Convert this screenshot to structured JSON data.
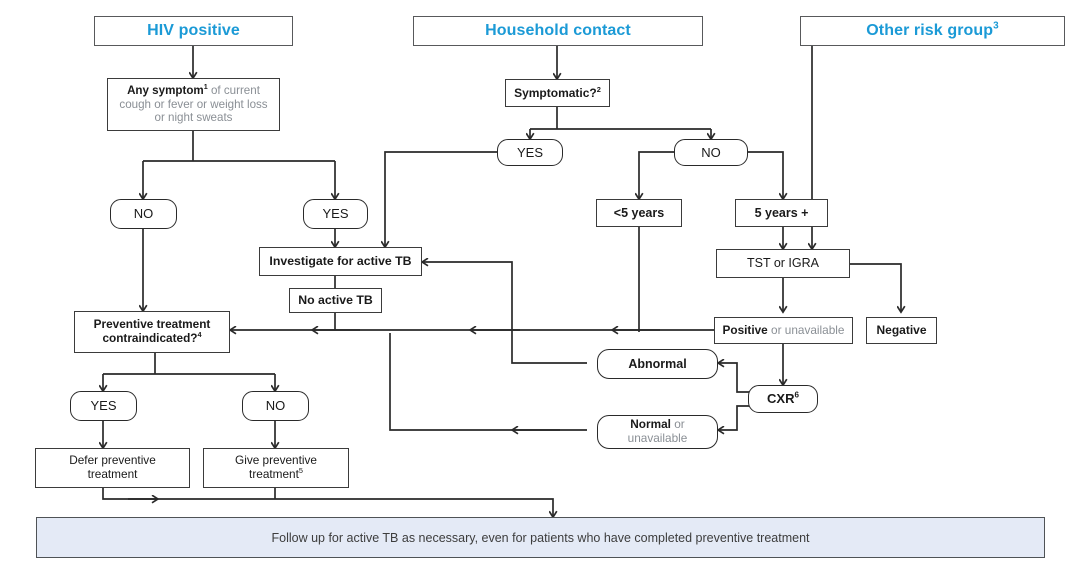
{
  "diagram": {
    "title": "TB preventive treatment decision algorithm",
    "colors": {
      "heading_blue": "#1b9ad6",
      "banner_fill": "#e4eaf6",
      "banner_border": "#4f5356",
      "line": "#2a2a2a",
      "muted_text": "#8a8f95"
    }
  },
  "headers": {
    "hiv": "HIV positive",
    "household": "Household contact",
    "other_risk": "Other risk group",
    "other_risk_sup": "3"
  },
  "nodes": {
    "any_symptom": {
      "bold": "Any symptom",
      "sup": "1",
      "rest_line1": " of current",
      "line2": "cough or fever or weight loss",
      "line3": "or night sweats"
    },
    "symptomatic": {
      "label": "Symptomatic?",
      "sup": "2"
    },
    "hiv_no": {
      "label": "NO"
    },
    "hiv_yes": {
      "label": "YES"
    },
    "hh_yes": {
      "label": "YES"
    },
    "hh_no": {
      "label": "NO"
    },
    "under5": {
      "label": "<5 years"
    },
    "over5": {
      "label": "5 years +"
    },
    "tst_igra": {
      "label": "TST or IGRA"
    },
    "positive": {
      "bold": "Positive",
      "grey": " or unavailable"
    },
    "negative": {
      "label": "Negative"
    },
    "cxr": {
      "label": "CXR",
      "sup": "6"
    },
    "abnormal": {
      "label": "Abnormal"
    },
    "normal": {
      "bold": "Normal",
      "grey": " or",
      "grey_line2": "unavailable"
    },
    "investigate": {
      "label": "Investigate for active TB"
    },
    "no_active_tb": {
      "label": "No active TB"
    },
    "contraindicated": {
      "line1": "Preventive treatment",
      "line2": "contraindicated?",
      "sup": "4"
    },
    "ci_yes": {
      "label": "YES"
    },
    "ci_no": {
      "label": "NO"
    },
    "defer": {
      "line1": "Defer preventive",
      "line2": "treatment"
    },
    "give": {
      "line1": "Give preventive",
      "line2": "treatment",
      "sup": "5"
    }
  },
  "banner": {
    "text": "Follow up for active TB as necessary, even for patients who have completed preventive treatment"
  }
}
